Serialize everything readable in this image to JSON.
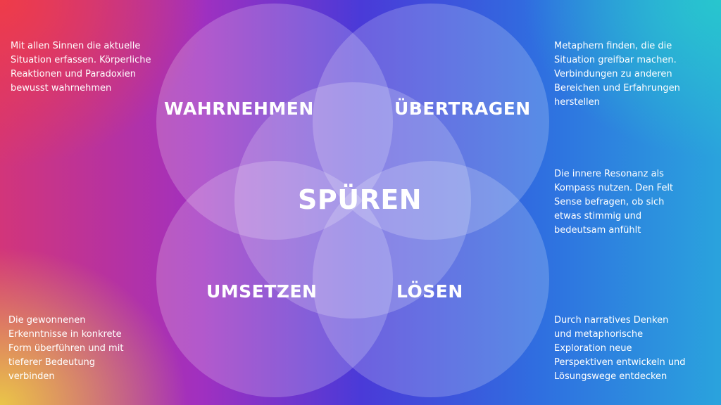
{
  "center_label": "SPÜREN",
  "labels": {
    "wahrnehmen": "WAHRNEHMEN",
    "uebertragen": "ÜBERTRAGEN",
    "umsetzen": "UMSETZEN",
    "loesen": "LÖSEN"
  },
  "descriptions": {
    "top_left": "Mit allen Sinnen die aktuelle Situation erfassen. Körperliche Reaktionen und Paradoxien bewusst wahrnehmen",
    "top_right": "Metaphern finden, die die Situation greifbar machen. Verbindungen zu anderen Bereichen und Erfahrungen herstellen",
    "middle_right": "Die innere Resonanz als Kompass nutzen. Den Felt Sense befragen, ob sich etwas stimmig und bedeutsam anfühlt",
    "bottom_left": "Die gewonnenen Erkenntnisse in konkrete Form überführen und mit tieferer Bedeutung verbinden",
    "bottom_right": "Durch narratives Denken und metaphorische Exploration neue Perspektiven entwickeln und Lösungswege entdecken"
  },
  "colors": {
    "circle_fill": "#ffffff",
    "text": "#ffffff"
  }
}
